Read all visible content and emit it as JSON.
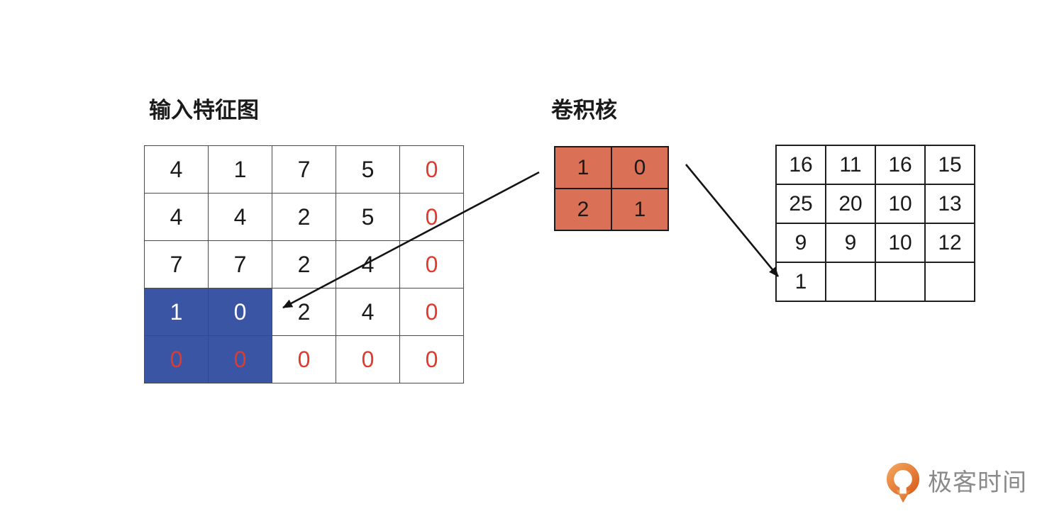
{
  "palette": {
    "bg": "#FFFFFF",
    "text": "#1A1A1A",
    "red": "#E03A2C",
    "blue": "#3B55A5",
    "kernel-fill": "#DA7156",
    "grid-line": "#4A4A4A",
    "strong-line": "#1F1F1F",
    "logo-orange": "#E0762F",
    "logo-gray": "#8A8A8A"
  },
  "input": {
    "title": "输入特征图",
    "rows": [
      [
        "4",
        "1",
        "7",
        "5",
        "0"
      ],
      [
        "4",
        "4",
        "2",
        "5",
        "0"
      ],
      [
        "7",
        "7",
        "2",
        "4",
        "0"
      ],
      [
        "1",
        "0",
        "2",
        "4",
        "0"
      ],
      [
        "0",
        "0",
        "0",
        "0",
        "0"
      ]
    ],
    "highlight_note": "bottom-left 2x2 window highlighted blue; padding zeros in red"
  },
  "kernel": {
    "title": "卷积核",
    "rows": [
      [
        "1",
        "0"
      ],
      [
        "2",
        "1"
      ]
    ]
  },
  "output": {
    "rows": [
      [
        "16",
        "11",
        "16",
        "15"
      ],
      [
        "25",
        "20",
        "10",
        "13"
      ],
      [
        "9",
        "9",
        "10",
        "12"
      ],
      [
        "1",
        "",
        "",
        ""
      ]
    ]
  },
  "logo": {
    "text": "极客时间",
    "icon": "geektime-q-arrow-icon"
  }
}
